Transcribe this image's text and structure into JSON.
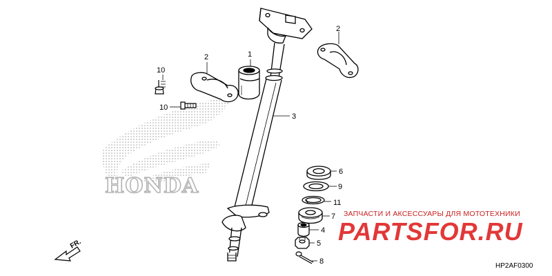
{
  "callouts": {
    "p1": "1",
    "p2_left": "2",
    "p2_right": "2",
    "p3": "3",
    "p4": "4",
    "p5": "5",
    "p6": "6",
    "p7": "7",
    "p8": "8",
    "p9": "9",
    "p10_top": "10",
    "p10_bottom": "10",
    "p11": "11"
  },
  "brand_text": "HONDA",
  "direction_label": "FR.",
  "diagram_code": "HP2AF0300",
  "watermark": {
    "text": "ЗАПЧАСТИ И АКСЕССУАРЫ ДЛЯ МОТОТЕХНИКИ",
    "logo": "PARTSFOR.RU"
  },
  "colors": {
    "line": "#000000",
    "watermark_red": "#e23838",
    "dot_gray": "#b4b4b4"
  }
}
